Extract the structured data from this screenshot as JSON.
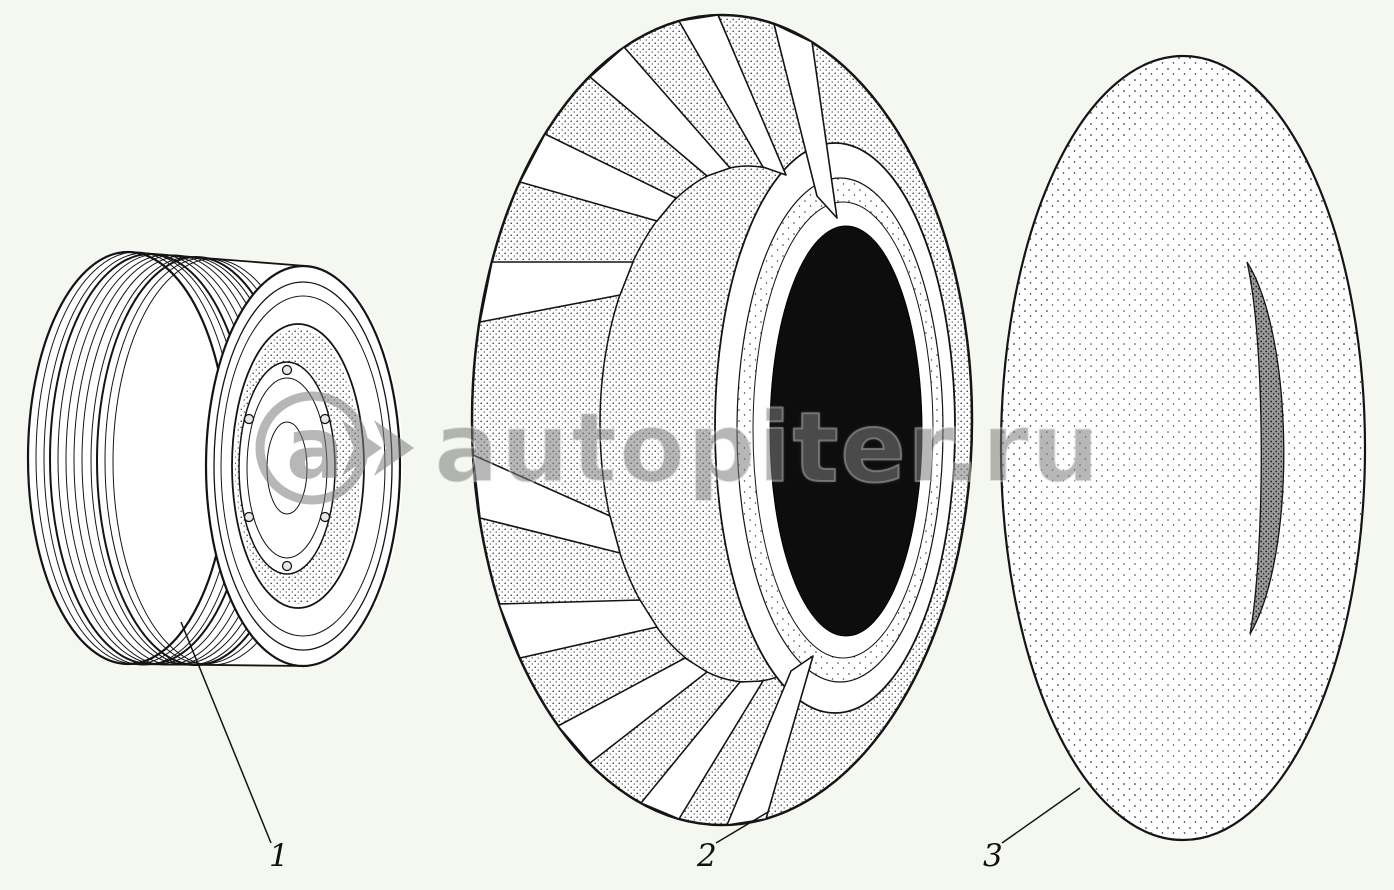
{
  "background": "#f5f8f0",
  "watermark": {
    "text": "autopiter.ru",
    "logo_letter": "a"
  },
  "diagram": {
    "type": "exploded-wheel-parts-line-drawing",
    "parts": [
      {
        "label": "1",
        "drawing": "wheel-rim"
      },
      {
        "label": "2",
        "drawing": "tire"
      },
      {
        "label": "3",
        "drawing": "inner-tube"
      }
    ]
  }
}
